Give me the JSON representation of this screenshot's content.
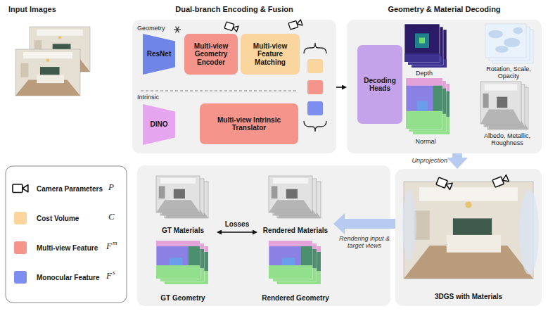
{
  "diagram": {
    "nodes": [
      {
        "text": [
          "Dual-branch Encoding & Fusion"
        ]
      },
      {
        "text": [
          "ResNet"
        ],
        "in": 0
      },
      {
        "text": [
          "Multi-view Geometry Encoder"
        ],
        "in": 0
      },
      {
        "text": [
          "Multi-view Feature Matching"
        ],
        "in": 0
      },
      {
        "text": [
          "DINO"
        ],
        "in": 0
      },
      {
        "text": [
          "Multi-view Intrinsic Translator"
        ],
        "in": 0
      },
      {
        "text": [
          "Geometry & Material Decoding"
        ]
      },
      {
        "text": [
          "Decoding Heads"
        ],
        "in": 6
      },
      {
        "text": [
          "GT Materials"
        ]
      },
      {
        "text": [
          "Rendered Materials"
        ]
      },
      {
        "text": [
          "GT Geometry"
        ]
      },
      {
        "text": [
          "Rendered Geometry"
        ]
      },
      {
        "text": [
          "3DGS with Materials"
        ]
      }
    ],
    "edges": [
      {
        "from": 0,
        "to": 6,
        "arrow": "to"
      },
      {
        "from": 6,
        "to": 12,
        "label": "Unprojection",
        "arrow": "to"
      },
      {
        "from": 12,
        "to": 9,
        "label": "Rendering input & target views",
        "arrow": "to"
      },
      {
        "from": 8,
        "to": 9,
        "label": "Losses",
        "arrow": "both"
      }
    ],
    "labels": [
      "Input Images",
      "Geometry",
      "Intrinsic",
      "Depth",
      "Rotation, Scale, Opacity",
      "Normal",
      "Albedo, Metallic, Roughness",
      "P",
      "C",
      "F",
      "m",
      "F",
      "s"
    ],
    "legend": [
      {
        "text": "Camera Parameters"
      },
      {
        "text": "Cost Volume",
        "color": "#fbd59e"
      },
      {
        "text": "Multi-view Feature",
        "color": "#f4948a"
      },
      {
        "text": "Monocular Feature",
        "color": "#7d8ef0"
      }
    ]
  }
}
